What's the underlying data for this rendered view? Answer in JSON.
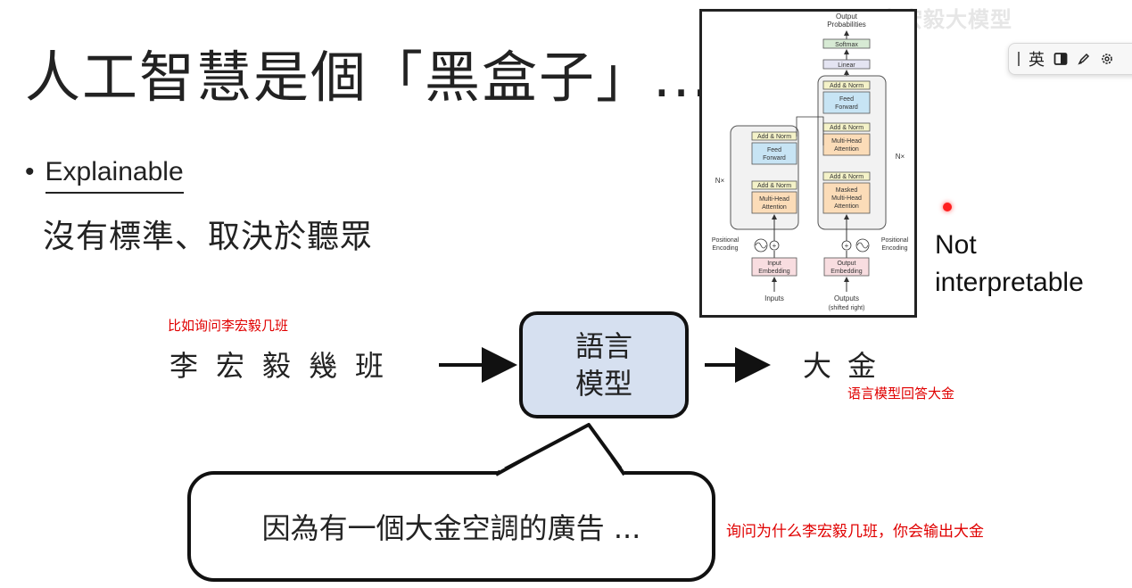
{
  "slide": {
    "title": "人工智慧是個「黑盒子」...",
    "bullet_marker": "•",
    "bullet_term": "Explainable",
    "bullet_sub": "沒有標準、取決於聽眾",
    "input": "李宏毅幾班",
    "model_line1": "語言",
    "model_line2": "模型",
    "output": "大金",
    "bubble_text": "因為有一個大金空調的廣告 ...",
    "not_interpretable_1": "Not",
    "not_interpretable_2": "interpretable"
  },
  "annotations": {
    "input_note": "比如询问李宏毅几班",
    "output_note": "语言模型回答大金",
    "bubble_note": "询问为什么李宏毅几班，你会输出大金"
  },
  "figure": {
    "output_probabilities_1": "Output",
    "output_probabilities_2": "Probabilities",
    "softmax": "Softmax",
    "linear": "Linear",
    "add_norm": "Add & Norm",
    "feed_1": "Feed",
    "feed_2": "Forward",
    "mha_1": "Multi-Head",
    "mha_2": "Attention",
    "masked_1": "Masked",
    "nx_left": "N×",
    "nx_right": "N×",
    "pos_enc_1": "Positional",
    "pos_enc_2": "Encoding",
    "input_emb_1": "Input",
    "input_emb_2": "Embedding",
    "output_emb_1": "Output",
    "output_emb_2": "Embedding",
    "inputs": "Inputs",
    "outputs_1": "Outputs",
    "outputs_2": "(shifted right)"
  },
  "ime": {
    "lang": "英",
    "icons": [
      "panel-icon",
      "brush-icon",
      "settings-icon"
    ]
  },
  "watermark": "李宏毅大模型"
}
